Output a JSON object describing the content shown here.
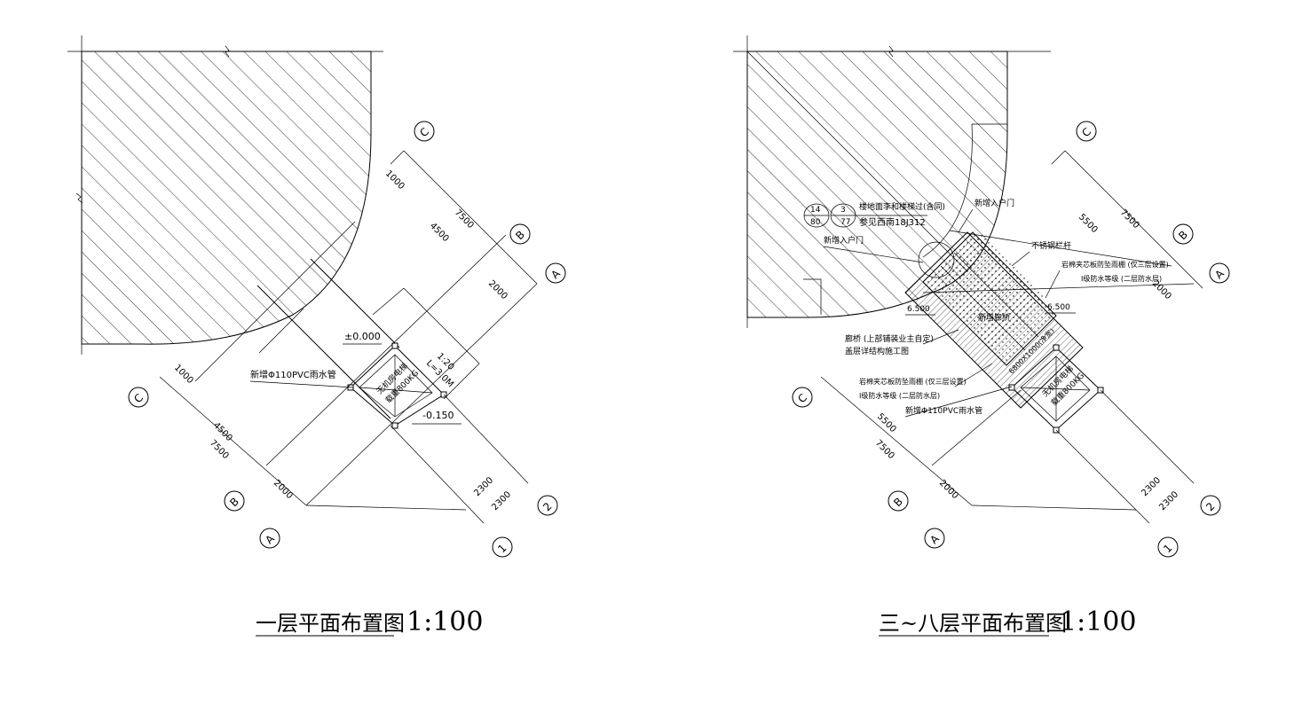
{
  "left_plan": {
    "title": "一层平面布置图",
    "scale": "1:100",
    "axes": {
      "A": "A",
      "B": "B",
      "C": "C",
      "n1": "1",
      "n2": "2"
    },
    "dims": {
      "top_1000": "1000",
      "top_4500": "4500",
      "top_7500": "7500",
      "top_2000": "2000",
      "bot_1000": "1000",
      "bot_4500": "4500",
      "bot_7500": "7500",
      "bot_2000": "2000",
      "r_2300a": "2300",
      "r_2300b": "2300"
    },
    "elevation_top": "±0.000",
    "elevation_bottom": "-0.150",
    "ramp_slope": "1:20",
    "ramp_length": "L=3.0M",
    "pipe_note": "新增Φ110PVC雨水管",
    "elevator_label": "无机房电梯",
    "elevator_load": "载重800KG"
  },
  "right_plan": {
    "title": "三~八层平面布置图",
    "scale": "1:100",
    "axes": {
      "A": "A",
      "B": "B",
      "C": "C",
      "n1": "1",
      "n2": "2"
    },
    "dims": {
      "top_5500": "5500",
      "top_7500": "7500",
      "top_2000": "2000",
      "bot_5500": "5500",
      "bot_7500": "7500",
      "bot_2000": "2000",
      "r_2300a": "2300",
      "r_2300b": "2300"
    },
    "ref_a_num": "14",
    "ref_a_page": "80",
    "ref_b_num": "3",
    "ref_b_page": "77",
    "ref_note_1": "楼地面李和楼梯过(含同)",
    "ref_note_2": "参见西南18J312",
    "door_top": "新增入户门",
    "door_left": "新增入户门",
    "railing": "不锈钢栏杆",
    "canopy_right_1": "岩棉夹芯板防坠雨棚 (仅三层设置)",
    "canopy_right_2": "I级防水等级 (二层防水层)",
    "elev_left": "6.500",
    "elev_right": "6.500",
    "corridor_label": "新增廊桥",
    "bridge_note_1": "廊桥 (上部铺装业主自定)",
    "bridge_note_2": "盖层详结构施工图",
    "canopy_left_1": "岩棉夹芯板防坠雨棚 (仅三层设置)",
    "canopy_left_2": "I级防水等级 (二层防水层)",
    "pipe_note": "新增Φ110PVC雨水管",
    "elevator_label": "无机房电梯",
    "elevator_load": "载重800KG",
    "bridge_size": "6800X1000(净宽)"
  }
}
